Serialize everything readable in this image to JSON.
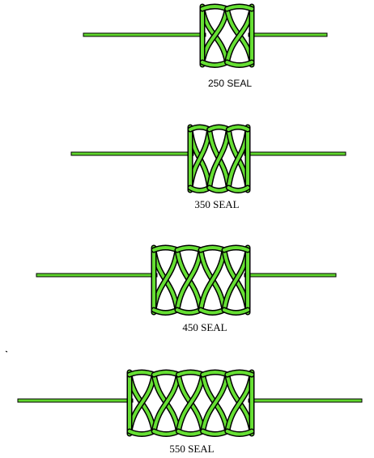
{
  "seals": [
    {
      "label": "250 SEAL",
      "loops": 2
    },
    {
      "label": "350 SEAL",
      "loops": 3
    },
    {
      "label": "450 SEAL",
      "loops": 4
    },
    {
      "label": "550 SEAL",
      "loops": 5
    }
  ],
  "colors": {
    "fill": "#66e033",
    "outline": "#000000",
    "wire": "#5fd62c"
  }
}
